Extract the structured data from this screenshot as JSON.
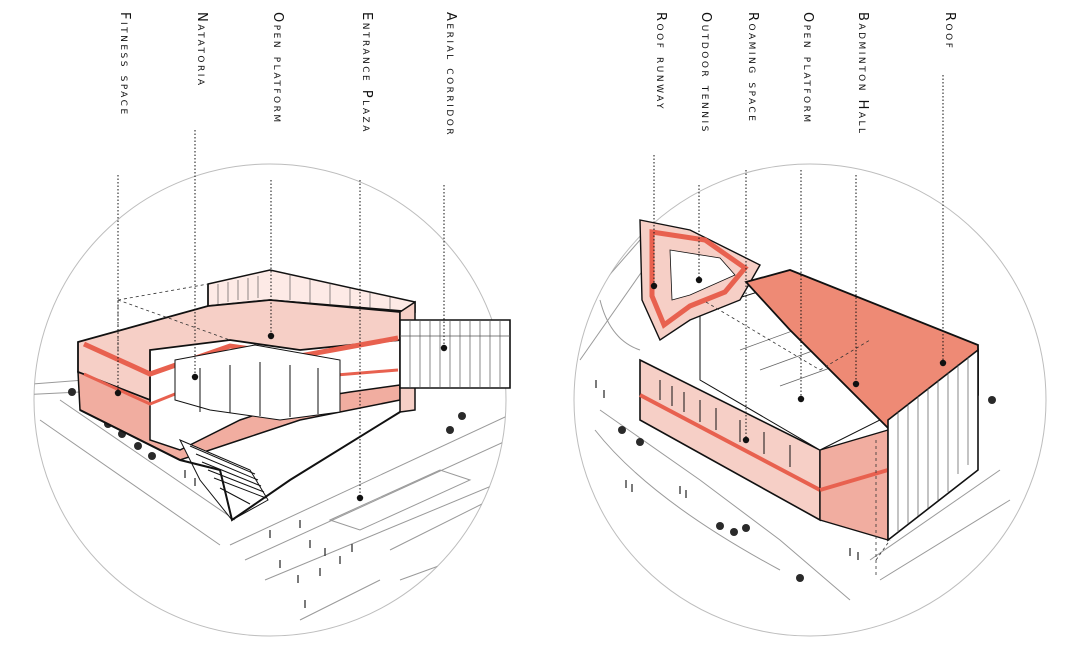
{
  "labels": {
    "left": [
      "Fitness space",
      "Natatoria",
      "Open platform",
      "Entrance Plaza",
      "Aerial corridor"
    ],
    "right": [
      "Roof runway",
      "Outdoor tennis",
      "Roaming space",
      "Open platform",
      "Badminton Hall",
      "Roof"
    ]
  },
  "colors": {
    "accent": "#e8614f",
    "fill_light": "#f6cfc6",
    "fill_mid": "#f1ada0",
    "fill_roof": "#ee8a75",
    "line": "#111111",
    "ground_line": "#9a9a9a"
  }
}
